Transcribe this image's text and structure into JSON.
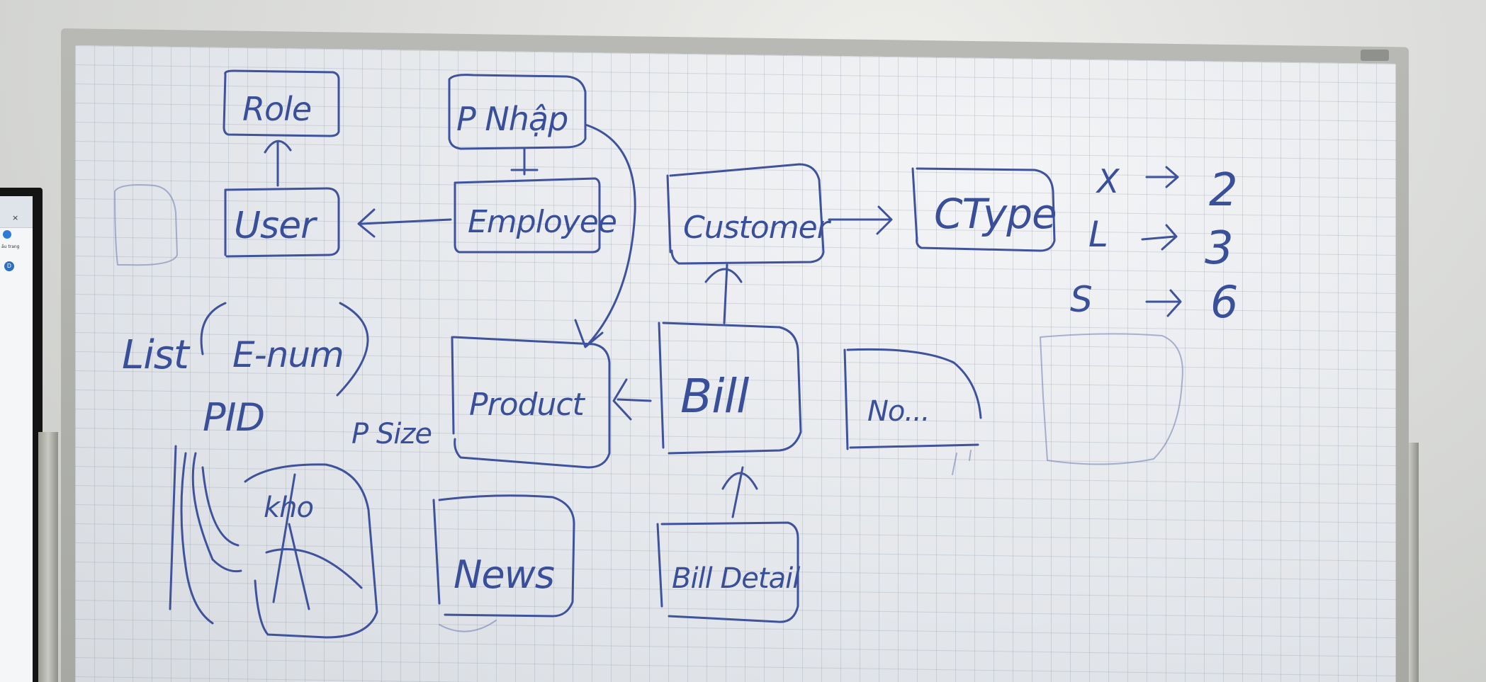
{
  "monitor": {
    "close_glyph": "×",
    "label": "ầu trang",
    "avatar_letter": "D"
  },
  "whiteboard": {
    "boxes": {
      "role": "Role",
      "pnhap": "P Nhập",
      "user": "User",
      "employee": "Employee",
      "customer": "Customer",
      "ctype": "CType",
      "product": "Product",
      "bill": "Bill",
      "no": "No...",
      "news": "News",
      "bill_detail": "Bill Detail",
      "kho": "kho"
    },
    "notes": {
      "list": "List",
      "enum": "E-num",
      "pid": "PID",
      "psize": "P Size",
      "ctype_x": "X",
      "ctype_l": "L",
      "ctype_s": "S",
      "ctype_2": "2",
      "ctype_3": "3",
      "ctype_6": "6"
    }
  },
  "colors": {
    "ink": "#3f529c",
    "board": "#e9ecef",
    "frame": "#a7a8a4"
  }
}
